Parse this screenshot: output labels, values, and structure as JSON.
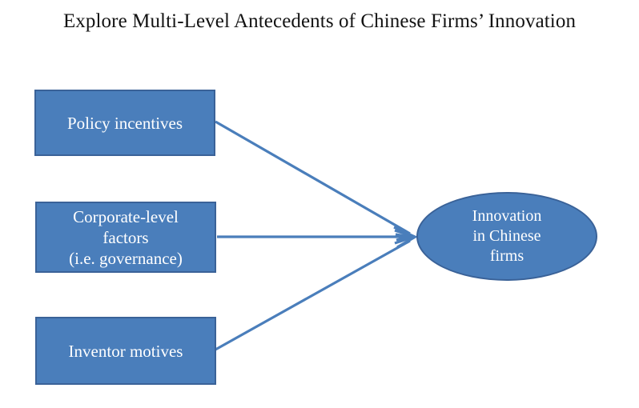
{
  "title": "Explore Multi-Level Antecedents of Chinese Firms’ Innovation",
  "colors": {
    "node_fill": "#4a7ebb",
    "node_border": "#3a6298",
    "node_text": "#ffffff",
    "arrow": "#4a7ebb",
    "title_text": "#131313",
    "background": "#ffffff"
  },
  "diagram": {
    "type": "antecedents-flow",
    "nodes": [
      {
        "id": "policy",
        "shape": "rectangle",
        "label": "Policy incentives"
      },
      {
        "id": "corporate",
        "shape": "rectangle",
        "label": "Corporate-level\nfactors\n(i.e. governance)"
      },
      {
        "id": "inventor",
        "shape": "rectangle",
        "label": "Inventor motives"
      },
      {
        "id": "innovation",
        "shape": "ellipse",
        "label": "Innovation\nin Chinese\nfirms"
      }
    ],
    "edges": [
      {
        "from": "policy",
        "to": "innovation",
        "style": "arrow"
      },
      {
        "from": "corporate",
        "to": "innovation",
        "style": "arrow"
      },
      {
        "from": "inventor",
        "to": "innovation",
        "style": "arrow"
      }
    ]
  }
}
